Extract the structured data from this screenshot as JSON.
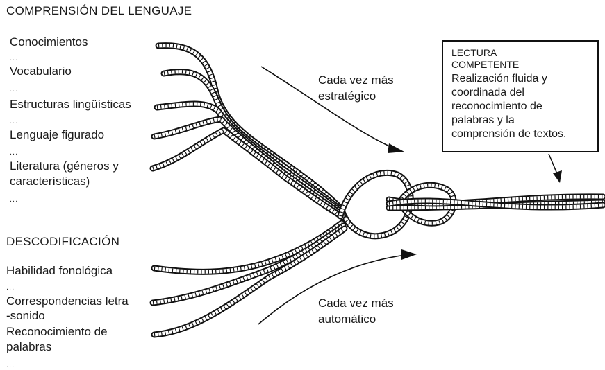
{
  "comprehension": {
    "heading": "COMPRENSIÓN DEL LENGUAJE",
    "items": [
      "Conocimientos",
      "Vocabulario",
      "Estructuras lingüísticas",
      "Lenguaje figurado",
      "Literatura (géneros y",
      "características)"
    ],
    "ellipsis": "..."
  },
  "decoding": {
    "heading": "DESCODIFICACIÓN",
    "items": [
      "Habilidad fonológica",
      "Correspondencias letra",
      "-sonido",
      "Reconocimiento de",
      "palabras"
    ],
    "ellipsis": "..."
  },
  "arrows": {
    "strategic_line1": "Cada vez más",
    "strategic_line2": "estratégico",
    "automatic_line1": "Cada vez más",
    "automatic_line2": "automático"
  },
  "callout": {
    "title_line1": "LECTURA",
    "title_line2": "COMPETENTE",
    "body": [
      "Realización fluida y",
      "coordinada del",
      "reconocimiento de",
      "palabras y la",
      "comprensión de textos."
    ]
  }
}
